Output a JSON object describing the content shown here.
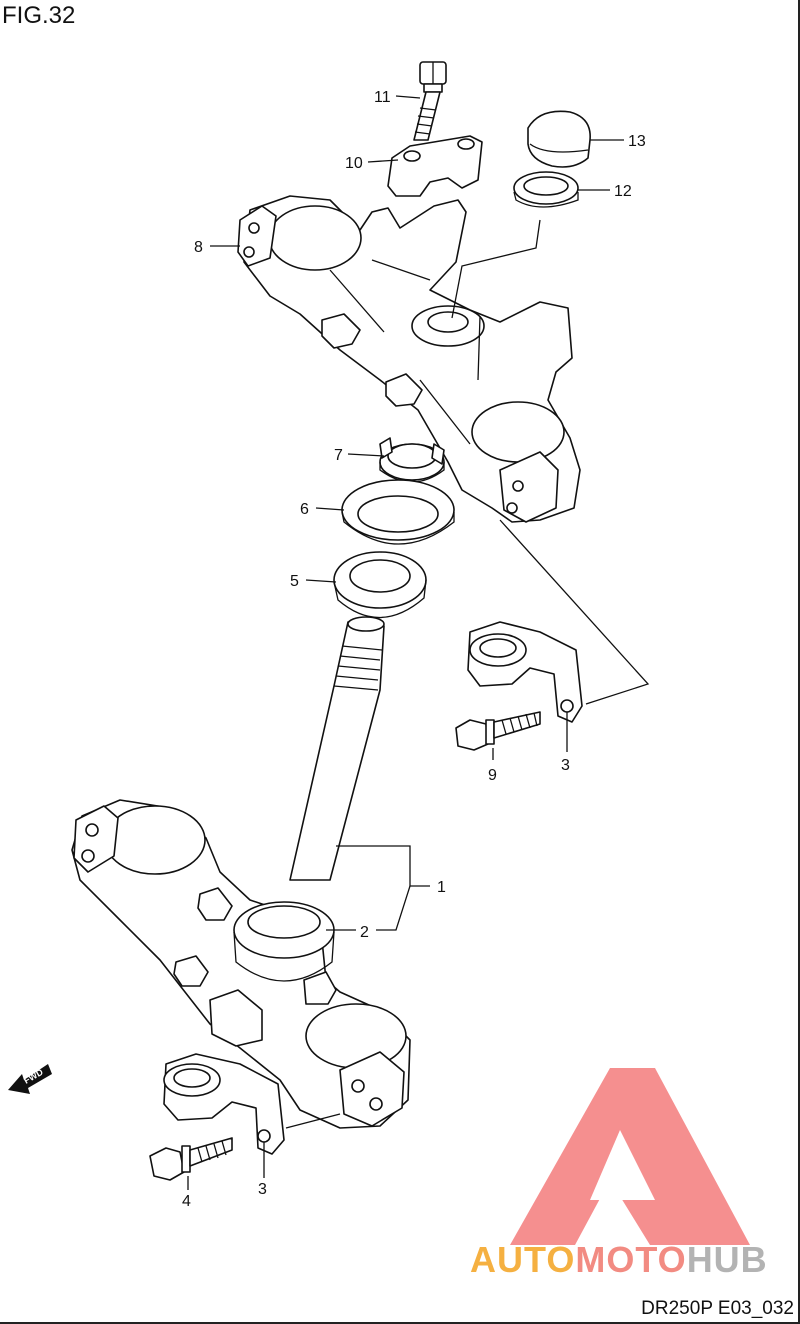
{
  "figure": {
    "title": "FIG.32",
    "code": "DR250P E03_032"
  },
  "fwd_label": "FWD",
  "watermark": {
    "part1": "AUTO",
    "part2": "MOTO",
    "part3": "HUB",
    "color1": "#F5B041",
    "color2": "#F28B82",
    "color3": "#B3B3B3",
    "logo_color": "#F47C7C"
  },
  "callouts": [
    {
      "id": "c1",
      "label": "1"
    },
    {
      "id": "c2",
      "label": "2"
    },
    {
      "id": "c3a",
      "label": "3"
    },
    {
      "id": "c3b",
      "label": "3"
    },
    {
      "id": "c4",
      "label": "4"
    },
    {
      "id": "c5",
      "label": "5"
    },
    {
      "id": "c6",
      "label": "6"
    },
    {
      "id": "c7",
      "label": "7"
    },
    {
      "id": "c8",
      "label": "8"
    },
    {
      "id": "c9",
      "label": "9"
    },
    {
      "id": "c10",
      "label": "10"
    },
    {
      "id": "c11",
      "label": "11"
    },
    {
      "id": "c12",
      "label": "12"
    },
    {
      "id": "c13",
      "label": "13"
    }
  ]
}
